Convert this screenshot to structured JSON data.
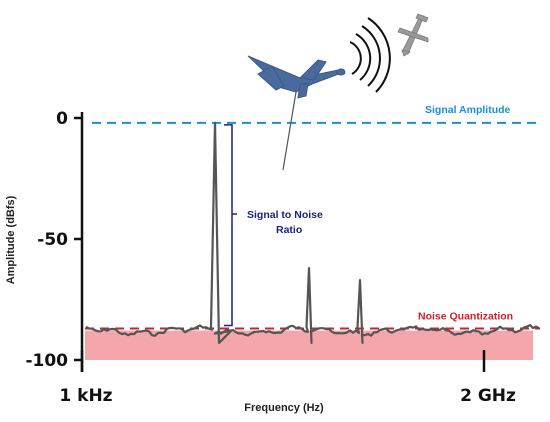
{
  "chart_data": {
    "type": "line",
    "title": "",
    "xlabel": "Frequency (Hz)",
    "ylabel": "Amplitude (dBfs)",
    "ylim": [
      -100,
      0
    ],
    "y_ticks": [
      {
        "value": 0,
        "label": "0"
      },
      {
        "value": -50,
        "label": "-50"
      },
      {
        "value": -100,
        "label": "-100"
      }
    ],
    "x_tick_labels": [
      {
        "label": "1 kHz",
        "position": "start"
      },
      {
        "label": "2 GHz",
        "position": "end"
      }
    ],
    "grid": false,
    "series": [
      {
        "name": "",
        "color": "#555555",
        "peaks": [
          {
            "label": "main-signal",
            "value": -2
          },
          {
            "label": "spur-1",
            "value": -62
          },
          {
            "label": "spur-2",
            "value": -67
          }
        ],
        "noise_floor": -88
      }
    ],
    "annotations": {
      "signal_amplitude": {
        "text": "Signal Amplitude",
        "value": -2,
        "color": "#1a8fd6"
      },
      "noise_quantization": {
        "text": "Noise Quantization",
        "value": -87,
        "color": "#d0202a"
      },
      "snr": {
        "text_line1": "Signal to Noise",
        "text_line2": "Ratio",
        "color": "#1a237e"
      },
      "noise_band_color": "#f4a6ab"
    },
    "illustration": {
      "uav": "uav-drone-icon",
      "aircraft": "small-aircraft-icon",
      "signal": "radio-waves-icon"
    }
  }
}
